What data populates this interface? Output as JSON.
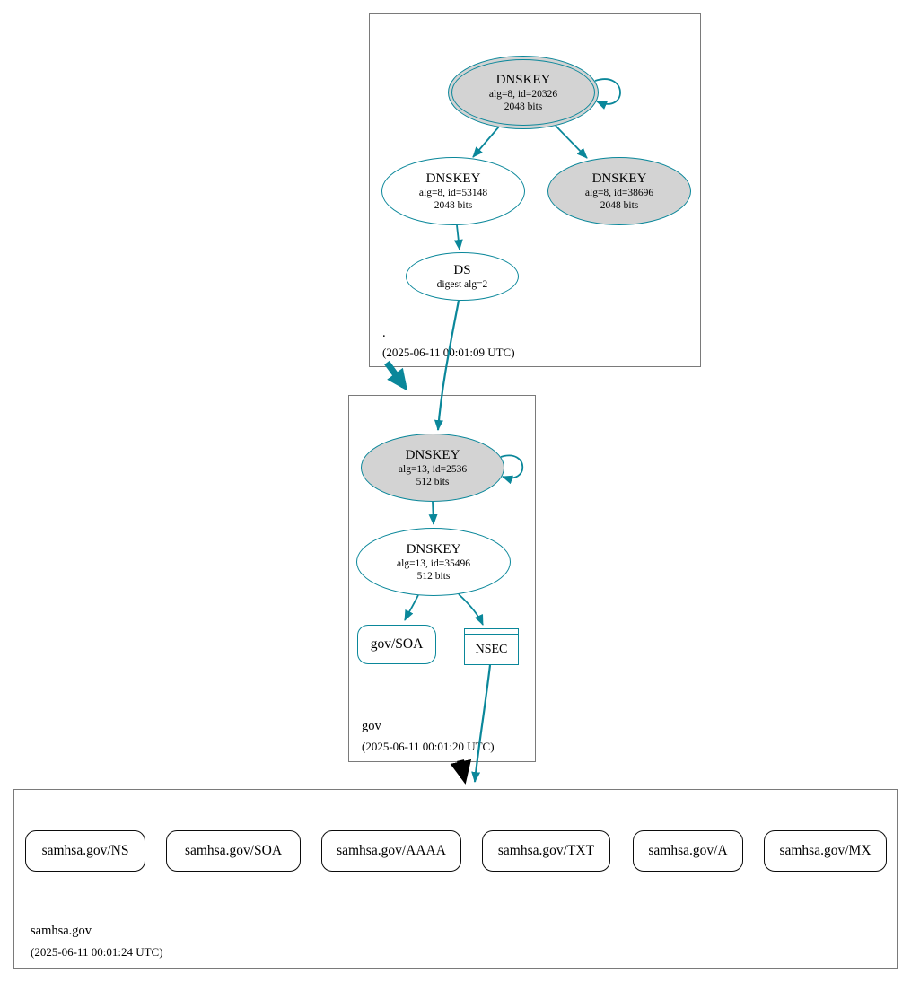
{
  "colors": {
    "secure": "#0a879a",
    "insecure": "#000000",
    "ksk_fill": "#d3d3d3"
  },
  "zones": {
    "root": {
      "name": ".",
      "timestamp": "(2025-06-11 00:01:09 UTC)",
      "nodes": {
        "ksk": {
          "title": "DNSKEY",
          "alg": "alg=8, id=20326",
          "bits": "2048 bits"
        },
        "zsk": {
          "title": "DNSKEY",
          "alg": "alg=8, id=53148",
          "bits": "2048 bits"
        },
        "ksk2": {
          "title": "DNSKEY",
          "alg": "alg=8, id=38696",
          "bits": "2048 bits"
        },
        "ds": {
          "title": "DS",
          "sub": "digest alg=2"
        }
      }
    },
    "gov": {
      "name": "gov",
      "timestamp": "(2025-06-11 00:01:20 UTC)",
      "nodes": {
        "ksk": {
          "title": "DNSKEY",
          "alg": "alg=13, id=2536",
          "bits": "512 bits"
        },
        "zsk": {
          "title": "DNSKEY",
          "alg": "alg=13, id=35496",
          "bits": "512 bits"
        },
        "soa": {
          "label": "gov/SOA"
        },
        "nsec": {
          "label": "NSEC"
        }
      }
    },
    "samhsa": {
      "name": "samhsa.gov",
      "timestamp": "(2025-06-11 00:01:24 UTC)",
      "rrsets": [
        {
          "label": "samhsa.gov/NS"
        },
        {
          "label": "samhsa.gov/SOA"
        },
        {
          "label": "samhsa.gov/AAAA"
        },
        {
          "label": "samhsa.gov/TXT"
        },
        {
          "label": "samhsa.gov/A"
        },
        {
          "label": "samhsa.gov/MX"
        }
      ]
    }
  }
}
